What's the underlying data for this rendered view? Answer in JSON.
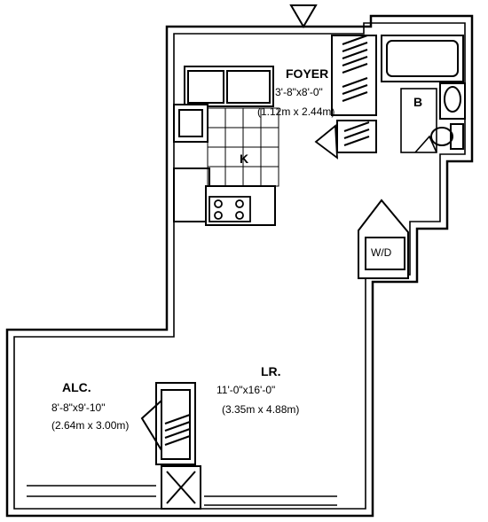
{
  "rooms": {
    "foyer": {
      "name": "FOYER",
      "dim_imperial": "3'-8\"x8'-0\"",
      "dim_metric": "(1.12m x 2.44m)"
    },
    "bath": {
      "name": "B"
    },
    "kitchen": {
      "name": "K"
    },
    "living": {
      "name": "LR.",
      "dim_imperial": "11'-0\"x16'-0\"",
      "dim_metric": "(3.35m x 4.88m)"
    },
    "alcove": {
      "name": "ALC.",
      "dim_imperial": "8'-8\"x9'-10\"",
      "dim_metric": "(2.64m x 3.00m)"
    },
    "laundry": {
      "name": "W/D"
    }
  },
  "icons": [
    "entry-arrow-icon",
    "toilet-icon",
    "sink-icon",
    "bathtub-icon",
    "stove-icon",
    "window-icon",
    "closet-icon"
  ],
  "colors": {
    "line": "#000000",
    "background": "#ffffff"
  }
}
